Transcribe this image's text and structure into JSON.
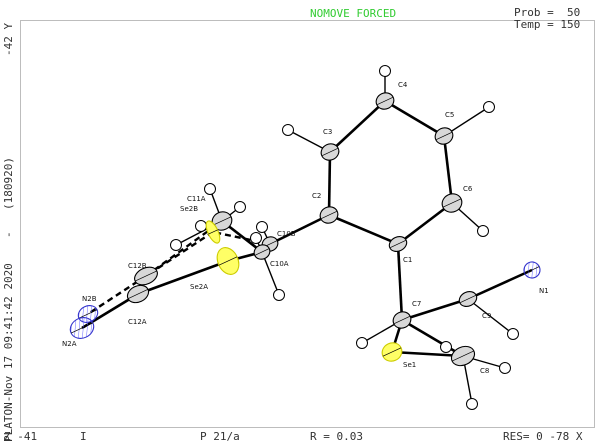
{
  "header": {
    "mode": "NOMOVE FORCED",
    "prob": "Prob =  50",
    "temp": "Temp = 150"
  },
  "side_axis": {
    "y_axis": "-42 Y",
    "serial": "(180920)",
    "dash": "-",
    "program_date": "PLATON-Nov 17 09:41:42 2020"
  },
  "footer": {
    "z": "Z -41",
    "flag": "I",
    "space_group": "P 21/a",
    "r_factor": "R = 0.03",
    "res": "RES= 0 -78 X"
  },
  "colors": {
    "carbon": "#d8d8d8",
    "hydrogen": "#ffffff",
    "selenium": "#ffff66",
    "nitrogen": "#8080ff",
    "bond": "#000000",
    "header_text": "#33cc33"
  },
  "atoms": [
    {
      "id": "C1",
      "label": "C1"
    },
    {
      "id": "C2",
      "label": "C2"
    },
    {
      "id": "C3",
      "label": "C3"
    },
    {
      "id": "C4",
      "label": "C4"
    },
    {
      "id": "C5",
      "label": "C5"
    },
    {
      "id": "C6",
      "label": "C6"
    },
    {
      "id": "C7",
      "label": "C7"
    },
    {
      "id": "C8",
      "label": "C8"
    },
    {
      "id": "C9",
      "label": "C9"
    },
    {
      "id": "N1",
      "label": "N1"
    },
    {
      "id": "Se1",
      "label": "Se1"
    },
    {
      "id": "C10B",
      "label": "C10B"
    },
    {
      "id": "C10A",
      "label": "C10A"
    },
    {
      "id": "C11A",
      "label": "C11A"
    },
    {
      "id": "Se2B",
      "label": "Se2B"
    },
    {
      "id": "Se2A",
      "label": "Se2A"
    },
    {
      "id": "C12B",
      "label": "C12B"
    },
    {
      "id": "C12A",
      "label": "C12A"
    },
    {
      "id": "N2B",
      "label": "N2B"
    },
    {
      "id": "N2A",
      "label": "N2A"
    }
  ]
}
